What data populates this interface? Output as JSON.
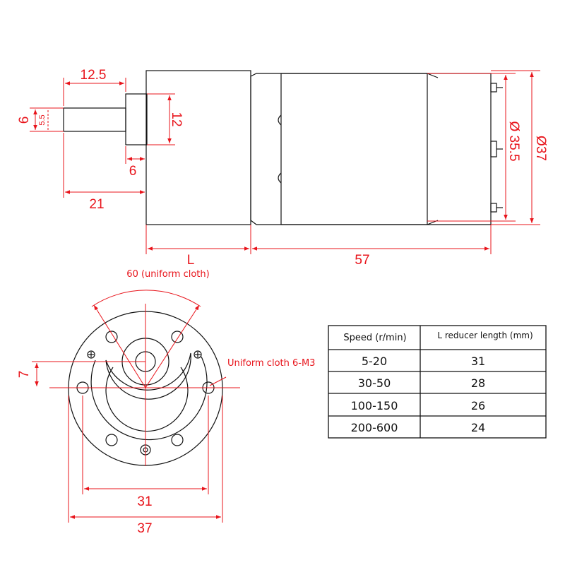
{
  "side_view": {
    "dims": {
      "shaft_length": "12.5",
      "shaft_dia": "6",
      "flat": "5.5",
      "boss_dia": "12",
      "boss_len": "6",
      "total_front": "21",
      "gearbox_len": "L",
      "motor_len": "57",
      "motor_dia": "Ø 35.5",
      "gearbox_dia": "Ø37"
    }
  },
  "front_view": {
    "angle_note": "60 (uniform cloth)",
    "holes_note": "Uniform cloth 6-M3",
    "dims": {
      "offset": "7",
      "hole_span": "31",
      "outer_dia": "37"
    }
  },
  "table": {
    "headers": [
      "Speed (r/min)",
      "L reducer length (mm)"
    ],
    "rows": [
      {
        "speed": "5-20",
        "length": "31"
      },
      {
        "speed": "30-50",
        "length": "28"
      },
      {
        "speed": "100-150",
        "length": "26"
      },
      {
        "speed": "200-600",
        "length": "24"
      }
    ]
  },
  "colors": {
    "dimension": "#e8141b",
    "outline": "#111111"
  }
}
